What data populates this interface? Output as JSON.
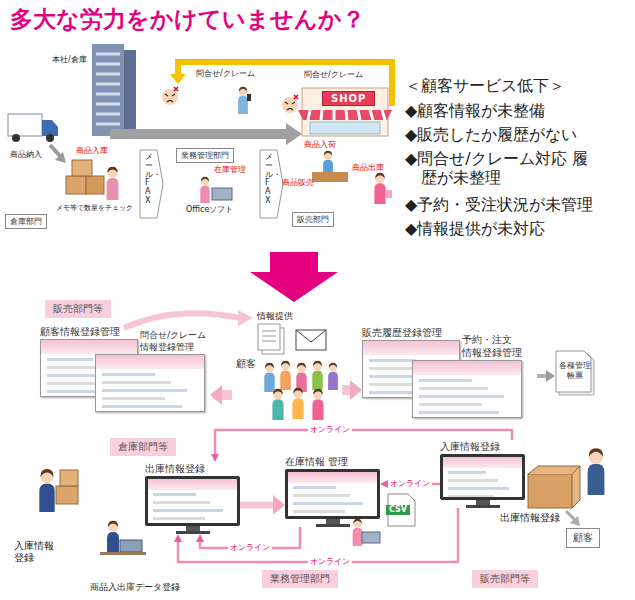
{
  "diagram": {
    "title": "多大な労力をかけていませんか？",
    "nodes": [
      {
        "text": [
          "SHOP"
        ]
      },
      {
        "text": [
          "業務管理部門"
        ]
      },
      {
        "text": [
          "倉庫部門"
        ]
      },
      {
        "text": [
          "販売部門"
        ]
      },
      {
        "text": [
          "販売部門等"
        ]
      },
      {
        "text": [
          "顧客情報登録管理"
        ]
      },
      {
        "text": [
          "問合せ/クレーム 情報登録管理"
        ]
      },
      {
        "text": [
          "顧客"
        ]
      },
      {
        "text": [
          "販売履歴登録管理"
        ]
      },
      {
        "text": [
          "予約・注文 情報登録管理"
        ]
      },
      {
        "text": [
          "各種管理帳票"
        ]
      },
      {
        "text": [
          "倉庫部門等"
        ]
      },
      {
        "text": [
          "入庫情報登録"
        ]
      },
      {
        "text": [
          "出庫情報登録"
        ]
      },
      {
        "text": [
          "在庫情報 管理"
        ]
      },
      {
        "text": [
          "顧客"
        ]
      },
      {
        "text": [
          "業務管理部門"
        ]
      },
      {
        "text": [
          "販売部門等"
        ]
      }
    ],
    "edges": [
      {
        "from": 7,
        "to": 6,
        "arrow": "to"
      },
      {
        "from": 7,
        "to": 8,
        "arrow": "to"
      },
      {
        "from": 9,
        "to": 10,
        "arrow": "to"
      },
      {
        "from": 12,
        "to": 13,
        "label": "オンライン",
        "arrow": "to"
      },
      {
        "from": 13,
        "to": 14,
        "arrow": "to"
      },
      {
        "from": 12,
        "to": 14,
        "label": "オンライン",
        "arrow": "to"
      },
      {
        "from": 14,
        "to": 13,
        "label": "オンライン",
        "arrow": "to"
      },
      {
        "from": 12,
        "to": 13,
        "label": "オンライン",
        "arrow": "to"
      }
    ],
    "labels": [
      "本社/倉庫",
      "問合せ/クレーム",
      "問合せ/クレーム",
      "商品納入",
      "商品入庫",
      "メール・FAX",
      "在庫管理",
      "メール・FAX",
      "商品入荷",
      "商品出庫",
      "商品販売",
      "メモ等で数量をチェック",
      "Officeソフト",
      "＜顧客サービス低下＞",
      "◆顧客情報が未整備",
      "◆販売したか履歴がない",
      "◆問合せ/クレーム対応 履歴が未整理",
      "◆予約・受注状況が未管理",
      "◆情報提供が未対応",
      "情報提供",
      "CSV",
      "入庫情報登録",
      "出庫情報登録",
      "商品入出庫データ登録"
    ]
  }
}
